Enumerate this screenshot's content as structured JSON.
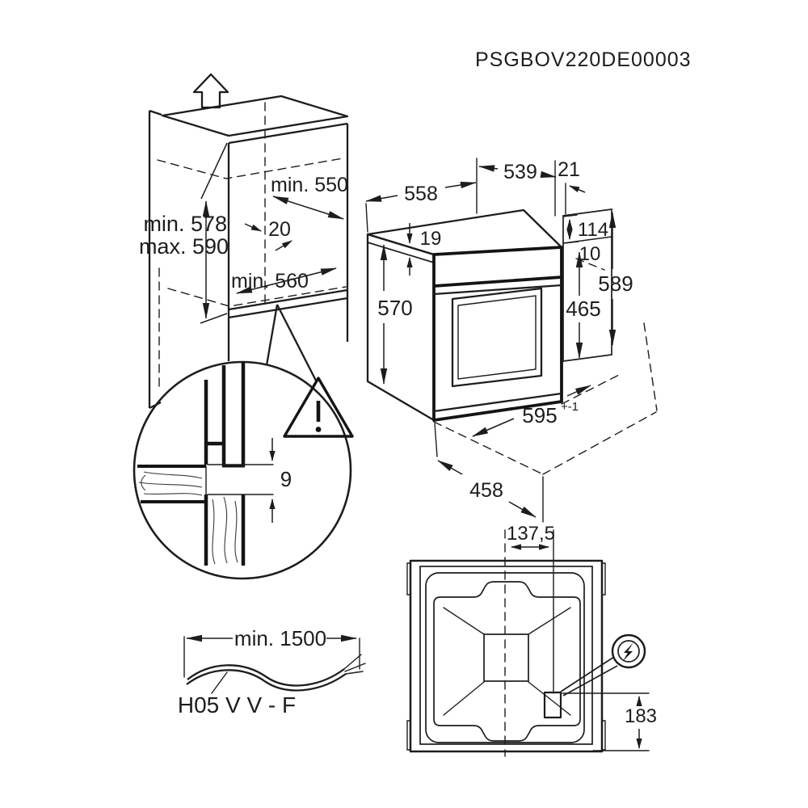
{
  "product_code": "PSGBOV220DE00003",
  "theme": {
    "line_color": "#1d1d1d",
    "background": "#ffffff"
  },
  "cabinet": {
    "niche_depth": "min. 550",
    "height_min": "min. 578",
    "height_max": "max. 590",
    "rear_gap": "20",
    "niche_width": "min. 560"
  },
  "oven": {
    "depth_top": "558",
    "body_width_rear": "539",
    "rear_lip": "21",
    "top_lip": "19",
    "rear_box_height": "114",
    "rear_gap": "10",
    "total_height": "589",
    "body_height": "570",
    "door_height": "465",
    "front_width": "595",
    "front_width_tolerance": "+-1",
    "depth_bottom": "458"
  },
  "detail": {
    "vent_gap": "9"
  },
  "cable": {
    "min_length": "min. 1500",
    "type": "H05 V V - F"
  },
  "rear_view": {
    "connector_offset_x": "137,5",
    "connector_offset_y": "183"
  }
}
